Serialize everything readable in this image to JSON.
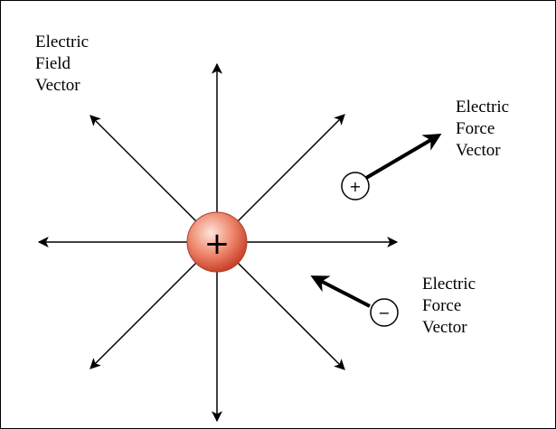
{
  "source_charge": {
    "symbol": "+",
    "fill_color_center": "#fbd5c8",
    "fill_color_edge": "#d9553b"
  },
  "labels": {
    "field_vector": [
      "Electric",
      "Field",
      "Vector"
    ],
    "force_vector_positive": [
      "Electric",
      "Force",
      "Vector"
    ],
    "force_vector_negative": [
      "Electric",
      "Force",
      "Vector"
    ]
  },
  "test_charges": {
    "positive": {
      "symbol": "+"
    },
    "negative": {
      "symbol": "−"
    }
  }
}
